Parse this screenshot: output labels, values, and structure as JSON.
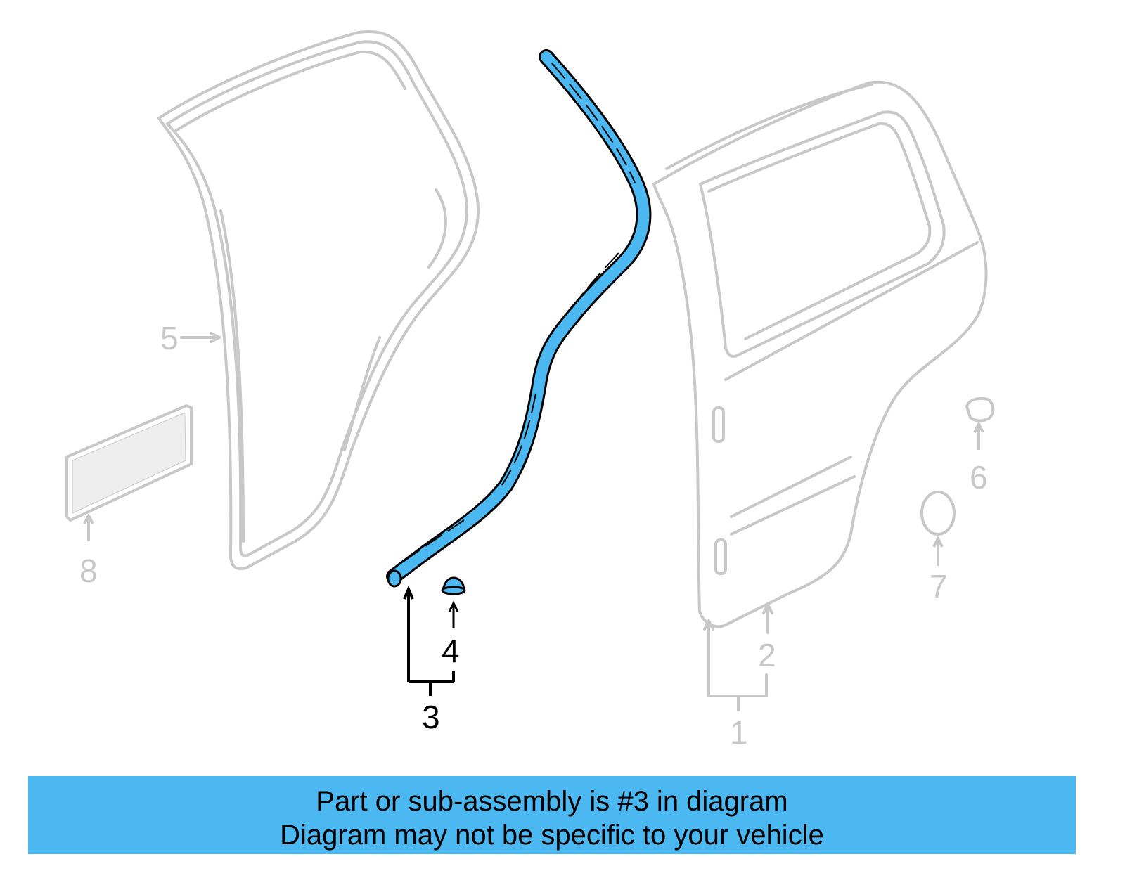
{
  "diagram": {
    "callouts": [
      {
        "id": "1",
        "label": "1",
        "highlighted": false
      },
      {
        "id": "2",
        "label": "2",
        "highlighted": false
      },
      {
        "id": "3",
        "label": "3",
        "highlighted": true
      },
      {
        "id": "4",
        "label": "4",
        "highlighted": true
      },
      {
        "id": "5",
        "label": "5",
        "highlighted": false
      },
      {
        "id": "6",
        "label": "6",
        "highlighted": false
      },
      {
        "id": "7",
        "label": "7",
        "highlighted": false
      },
      {
        "id": "8",
        "label": "8",
        "highlighted": false
      }
    ],
    "colors": {
      "highlight_fill": "#4cb8f2",
      "highlight_outline": "#000000",
      "muted_outline": "#c8c8c8",
      "banner_background": "#4cb8f2"
    }
  },
  "banner": {
    "line1": "Part or sub-assembly is #3 in diagram",
    "line2": "Diagram may not be specific to your vehicle"
  }
}
